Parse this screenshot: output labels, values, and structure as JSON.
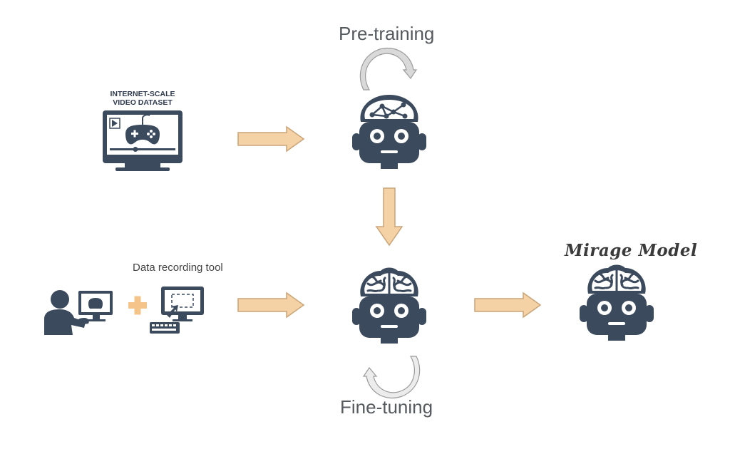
{
  "labels": {
    "pretraining": "Pre-training",
    "finetuning": "Fine-tuning",
    "data_recording_tool": "Data recording tool",
    "mirage_model": "Mirage Model",
    "dataset_line1": "INTERNET-SCALE",
    "dataset_line2": "VIDEO DATASET"
  },
  "colors": {
    "icon_dark": "#3c4a5e",
    "arrow_fill": "#f5d2a6",
    "arrow_stroke": "#c9a478",
    "cycle_arrow": "#c8c8c8",
    "accent_orange": "#f5c48a"
  },
  "icons": {
    "dataset": "monitor-gamepad-icon",
    "robot_network": "robot-network-brain-icon",
    "robot_brain": "robot-brain-icon",
    "user": "person-at-computer-icon",
    "recorder": "screen-recorder-icon"
  }
}
